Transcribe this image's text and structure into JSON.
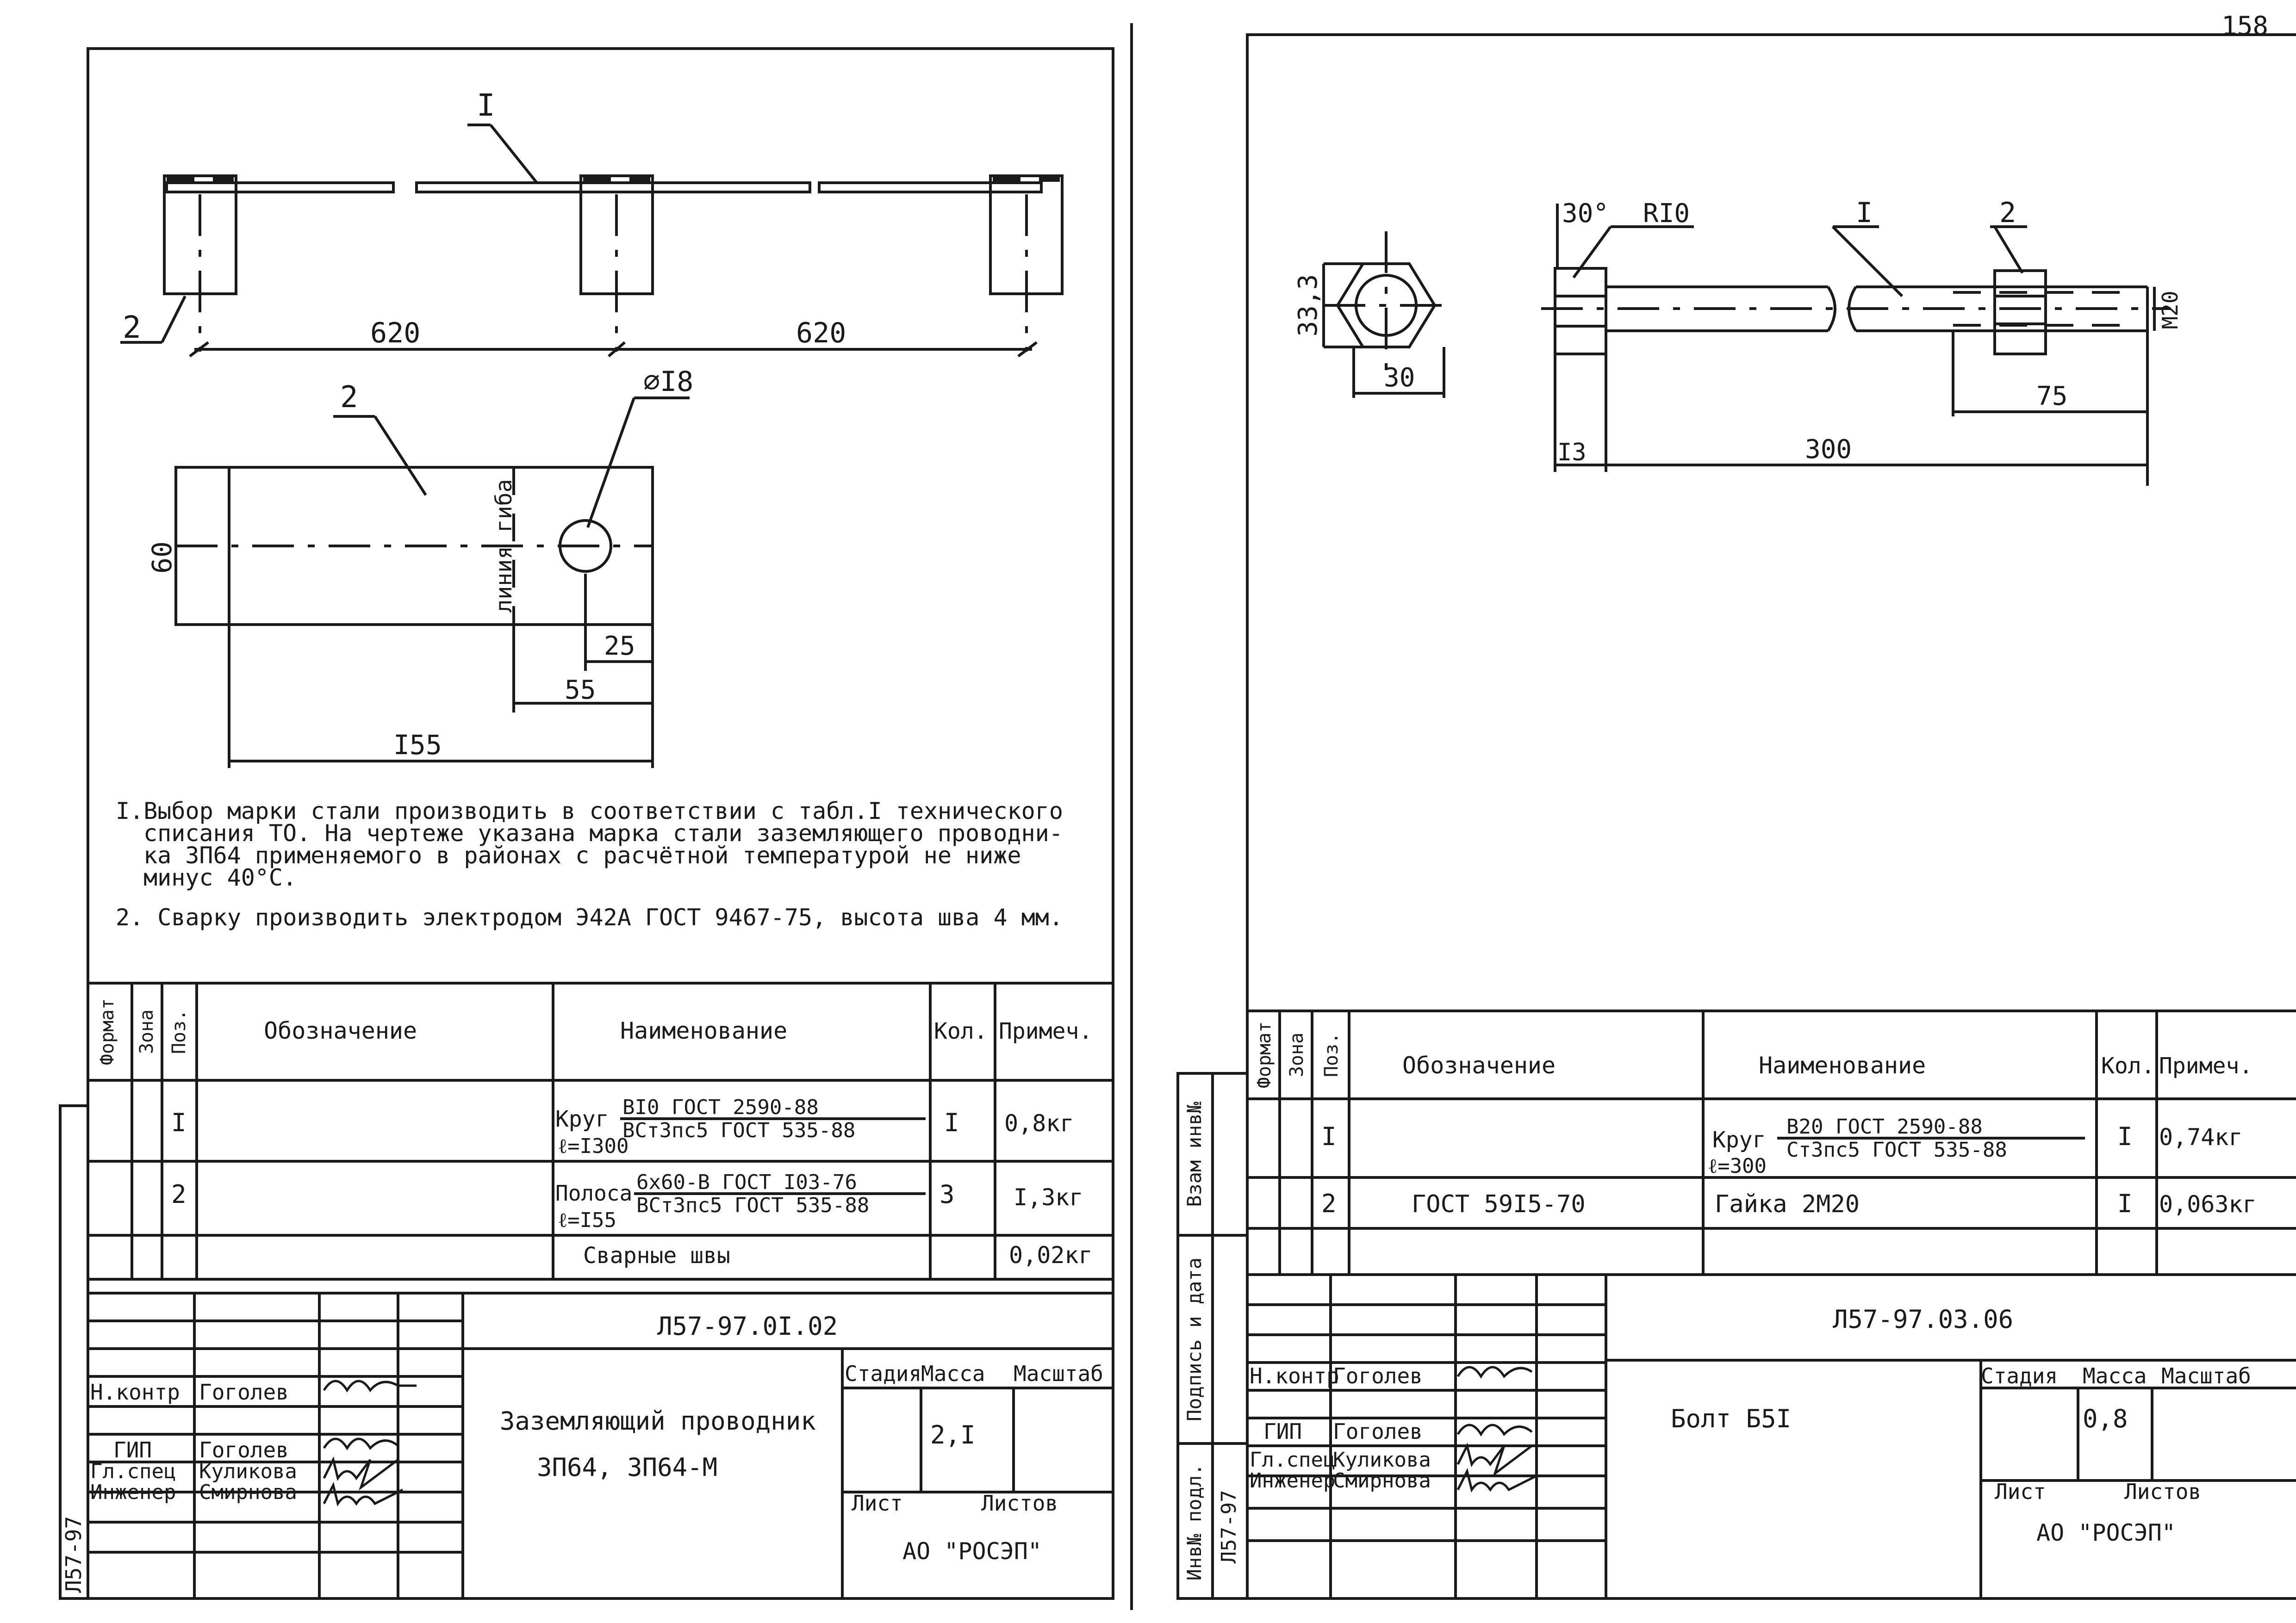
{
  "page_number": "158",
  "left": {
    "drawing": {
      "pos_1": "I",
      "pos_2": "2",
      "pos_2b": "2",
      "dim_span_1": "620",
      "dim_span_2": "620",
      "dim_hole": "⌀I8",
      "dim_height": "60",
      "bend_line": "линия гиба",
      "dim_25": "25",
      "dim_55": "55",
      "dim_155": "I55"
    },
    "notes": {
      "n1_l1": "I.Выбор марки стали производить в соответствии с табл.I технического",
      "n1_l2": "списания ТО. На чертеже указана марка стали заземляющего проводни-",
      "n1_l3": "ка ЗП64 применяемого в районах с расчётной температурой не ниже",
      "n1_l4": "минус 40°С.",
      "n2": "2. Сварку производить электродом Э42А ГОСТ 9467-75, высота шва 4 мм."
    },
    "spec": {
      "h_format": "Формат",
      "h_zone": "Зона",
      "h_pos": "Поз.",
      "h_designation": "Обозначение",
      "h_name": "Наименование",
      "h_qty": "Кол.",
      "h_note": "Примеч.",
      "rows": [
        {
          "pos": "I",
          "name_prefix": "Круг",
          "name_top": "BI0 ГОСТ 2590-88",
          "name_bottom": "ВСт3пс5 ГОСТ 535-88",
          "length": "ℓ=I300",
          "qty": "I",
          "note": "0,8кг"
        },
        {
          "pos": "2",
          "name_prefix": "Полоса",
          "name_top": "6х60-В ГОСТ I03-76",
          "name_bottom": "ВСт3пс5 ГОСТ 535-88",
          "length": "ℓ=I55",
          "qty": "3",
          "note": "I,3кг"
        },
        {
          "pos": "",
          "name_text": "Сварные швы",
          "qty": "",
          "note": "0,02кг"
        }
      ]
    },
    "title_block": {
      "code": "Л57-97.0I.02",
      "name_l1": "Заземляющий проводник",
      "name_l2": "ЗП64, ЗП64-М",
      "h_stage": "Стадия",
      "h_mass": "Масса",
      "h_scale": "Масштаб",
      "mass": "2,I",
      "h_sheet": "Лист",
      "h_sheets": "Листов",
      "org": "АО \"РОСЭП\"",
      "roles": [
        {
          "role": "Н.контр",
          "name": "Гоголев"
        },
        {
          "role": "ГИП",
          "name": "Гоголев"
        },
        {
          "role": "Гл.спец",
          "name": "Куликова"
        },
        {
          "role": "Инженер",
          "name": "Смирнова"
        }
      ],
      "side_code": "Л57-97"
    }
  },
  "right": {
    "drawing": {
      "angle": "30°",
      "radius": "RI0",
      "pos_1": "I",
      "pos_2": "2",
      "dim_hex_h": "33,3",
      "dim_hex_w": "30",
      "dim_thread": "М20",
      "dim_75": "75",
      "dim_13": "I3",
      "dim_300": "300"
    },
    "spec": {
      "h_format": "Формат",
      "h_zone": "Зона",
      "h_pos": "Поз.",
      "h_designation": "Обозначение",
      "h_name": "Наименование",
      "h_qty": "Кол.",
      "h_note": "Примеч.",
      "rows": [
        {
          "pos": "I",
          "designation": "",
          "name_prefix": "Круг",
          "name_top": "В20 ГОСТ 2590-88",
          "name_bottom": "Ст3пс5 ГОСТ 535-88",
          "length": "ℓ=300",
          "qty": "I",
          "note": "0,74кг"
        },
        {
          "pos": "2",
          "designation": "ГОСТ 59I5-70",
          "name_text": "Гайка 2М20",
          "qty": "I",
          "note": "0,063кг"
        }
      ]
    },
    "title_block": {
      "code": "Л57-97.03.06",
      "name_l1": "Болт Б5I",
      "h_stage": "Стадия",
      "h_mass": "Масса",
      "h_scale": "Масштаб",
      "mass": "0,8",
      "h_sheet": "Лист",
      "h_sheets": "Листов",
      "org": "АО \"РОСЭП\"",
      "roles": [
        {
          "role": "Н.контр",
          "name": "Гоголев"
        },
        {
          "role": "ГИП",
          "name": "Гоголев"
        },
        {
          "role": "Гл.спец",
          "name": "Куликова"
        },
        {
          "role": "Инженер",
          "name": "Смирнова"
        }
      ],
      "side_labels": {
        "inv_sub": "Инв№ подл.",
        "sign_date": "Подпись и дата",
        "replace_inv": "Взам инв№"
      },
      "side_code": "Л57-97"
    }
  }
}
